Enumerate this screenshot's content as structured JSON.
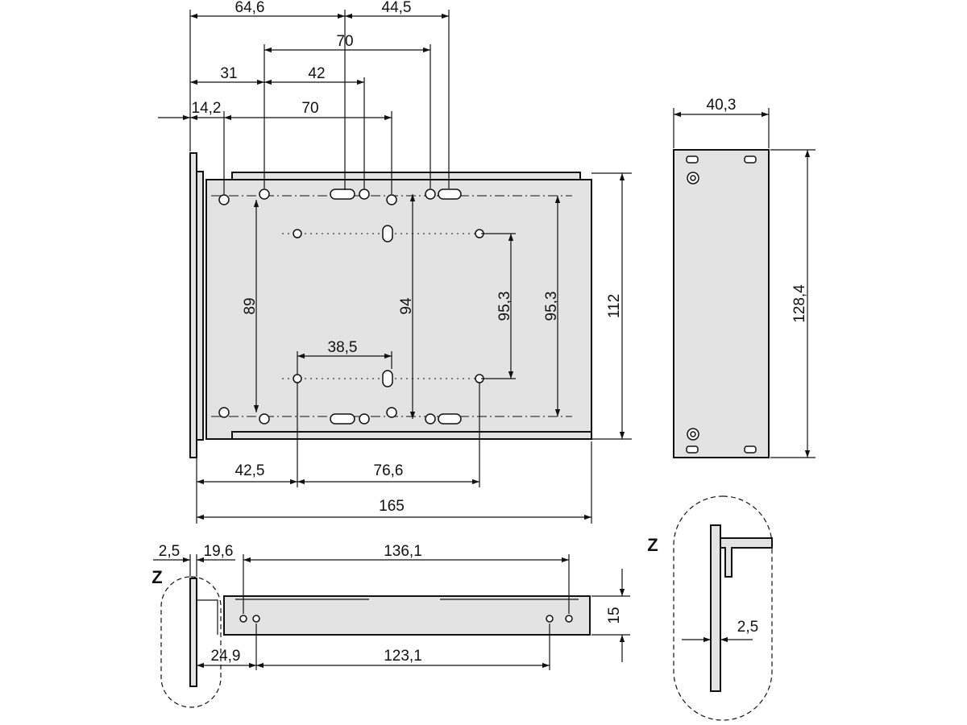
{
  "main_view": {
    "dims": {
      "d_64_6": "64,6",
      "d_44_5": "44,5",
      "d_70_top": "70",
      "d_31": "31",
      "d_42": "42",
      "d_14_2": "14,2",
      "d_70_mid": "70",
      "d_89": "89",
      "d_94": "94",
      "d_95_3_inner": "95,3",
      "d_95_3_outer": "95,3",
      "d_112": "112",
      "d_38_5": "38,5",
      "d_42_5": "42,5",
      "d_76_6": "76,6",
      "d_165": "165"
    }
  },
  "side_view": {
    "dims": {
      "d_40_3": "40,3",
      "d_128_4": "128,4"
    }
  },
  "bottom_view": {
    "label": "Z",
    "dims": {
      "d_2_5": "2,5",
      "d_19_6": "19,6",
      "d_136_1": "136,1",
      "d_15": "15",
      "d_24_9": "24,9",
      "d_123_1": "123,1"
    }
  },
  "detail_view": {
    "label": "Z",
    "dims": {
      "d_2_5": "2,5"
    }
  }
}
